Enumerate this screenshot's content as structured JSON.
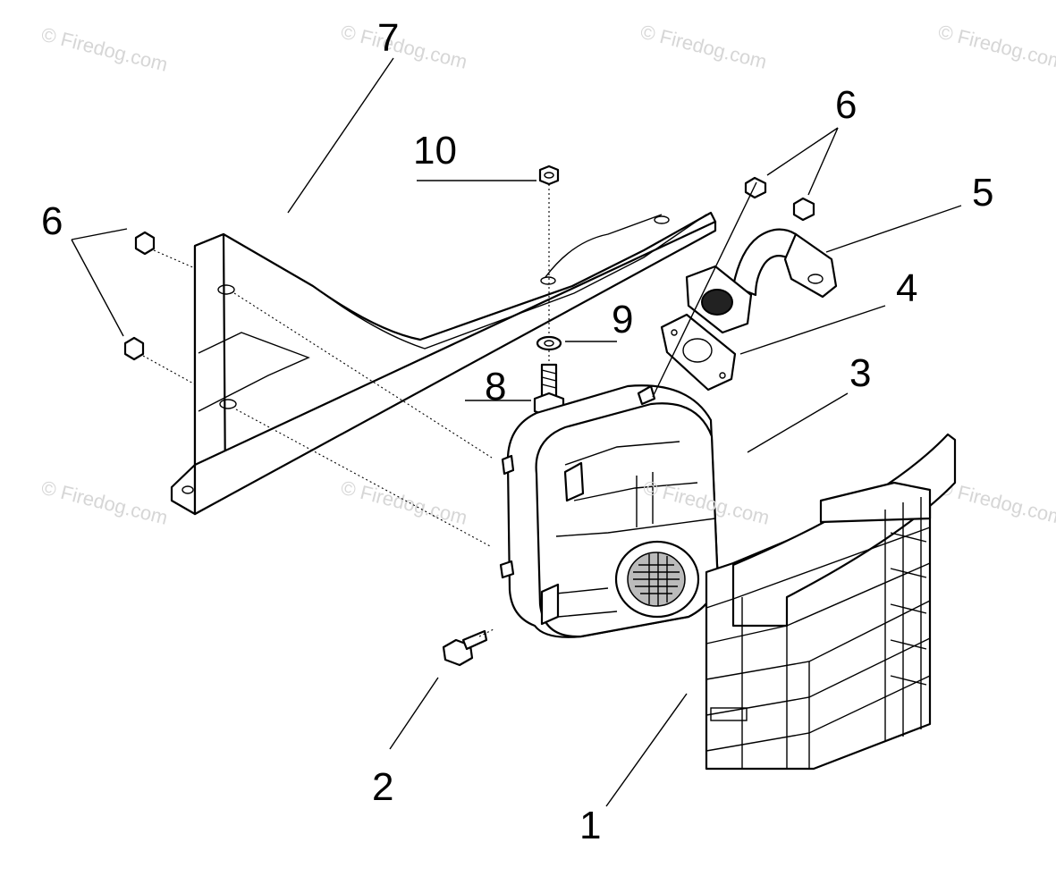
{
  "watermark": "© Firedog.com",
  "callouts": {
    "c1": "1",
    "c2": "2",
    "c3": "3",
    "c4": "4",
    "c5": "5",
    "c6_left": "6",
    "c6_right": "6",
    "c7": "7",
    "c8": "8",
    "c9": "9",
    "c10": "10"
  }
}
